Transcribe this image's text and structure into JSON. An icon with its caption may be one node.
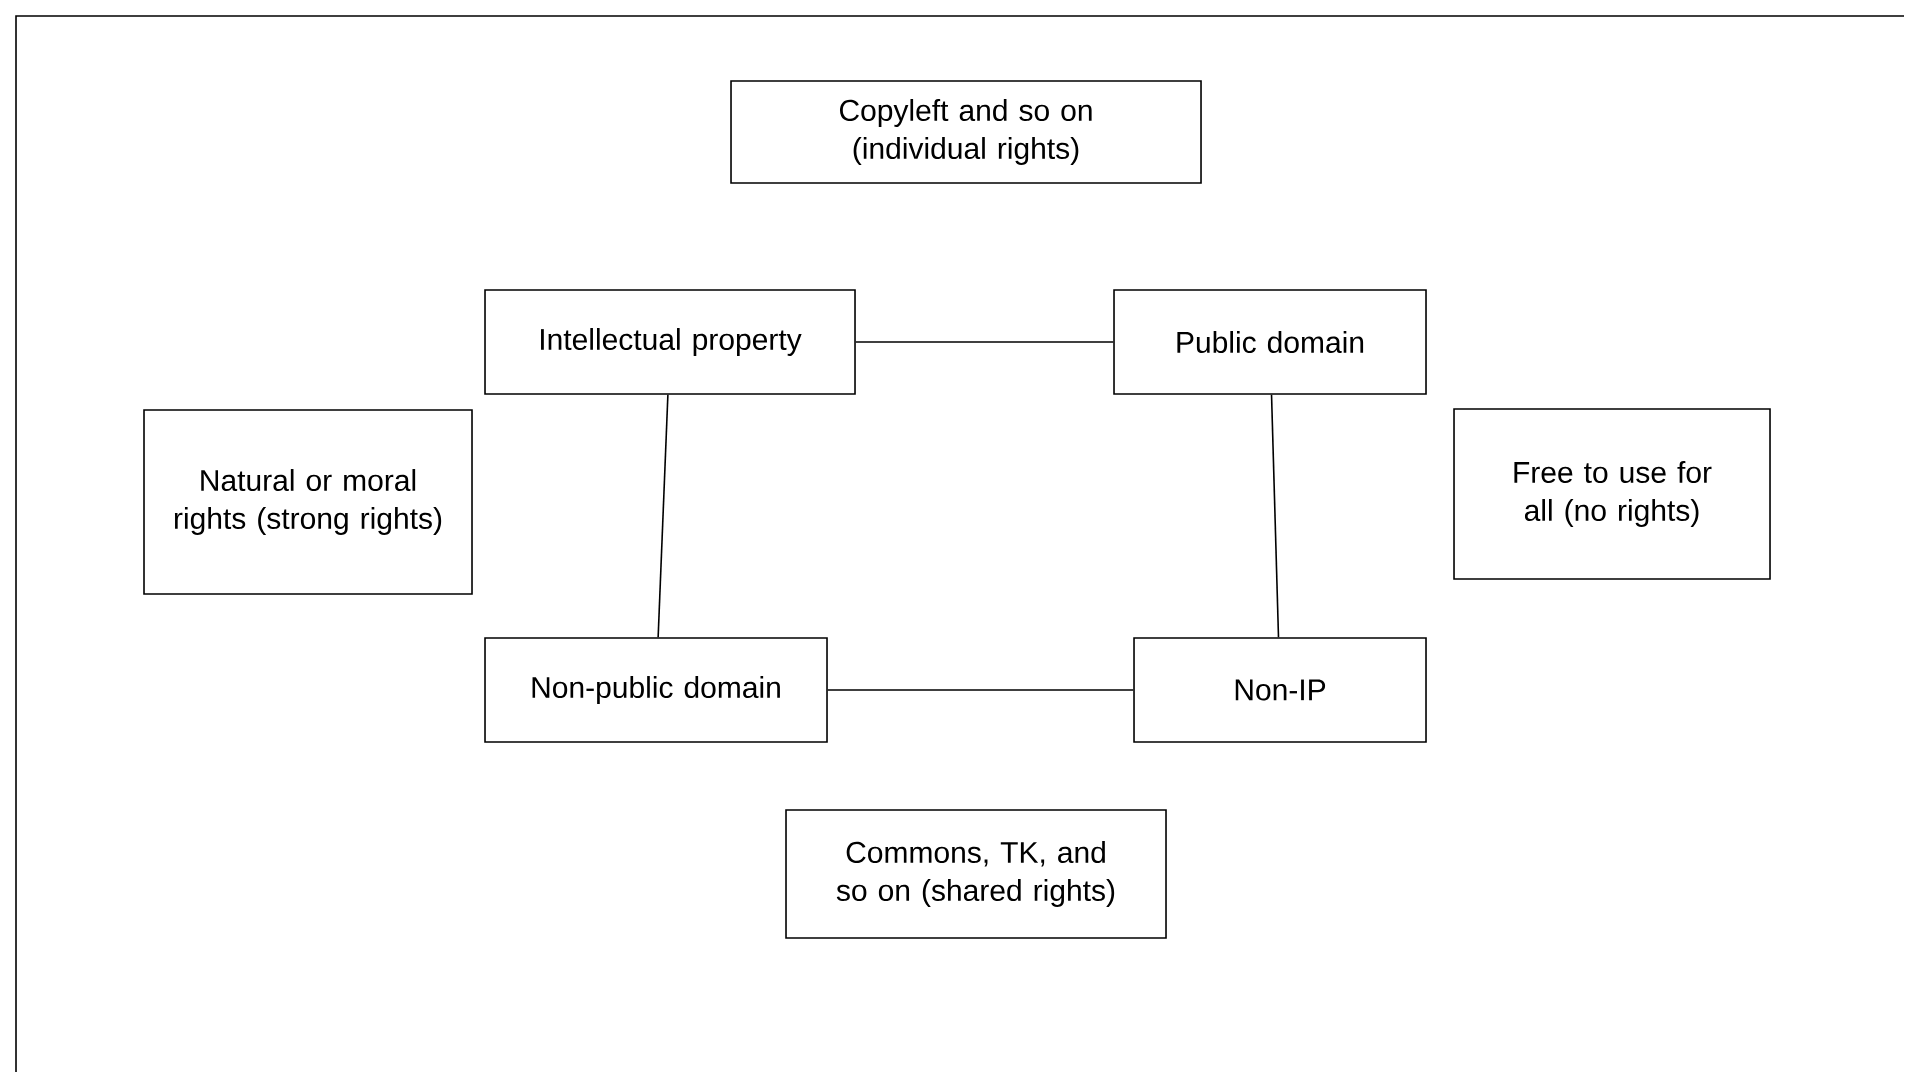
{
  "diagram": {
    "nodes": [
      {
        "text": [
          "Copyleft and so on (individual rights)"
        ]
      },
      {
        "text": [
          "Intellectual property"
        ]
      },
      {
        "text": [
          "Public domain"
        ]
      },
      {
        "text": [
          "Natural or moral rights (strong rights)"
        ]
      },
      {
        "text": [
          "Free to use for all (no rights)"
        ]
      },
      {
        "text": [
          "Non-public domain"
        ]
      },
      {
        "text": [
          "Non-IP"
        ]
      },
      {
        "text": [
          "Commons, TK, and so on (shared rights)"
        ]
      }
    ],
    "edges": [
      {
        "from": 1,
        "to": 2,
        "arrow": "none"
      },
      {
        "from": 1,
        "to": 5,
        "arrow": "none"
      },
      {
        "from": 2,
        "to": 6,
        "arrow": "none"
      },
      {
        "from": 5,
        "to": 6,
        "arrow": "none"
      }
    ]
  }
}
